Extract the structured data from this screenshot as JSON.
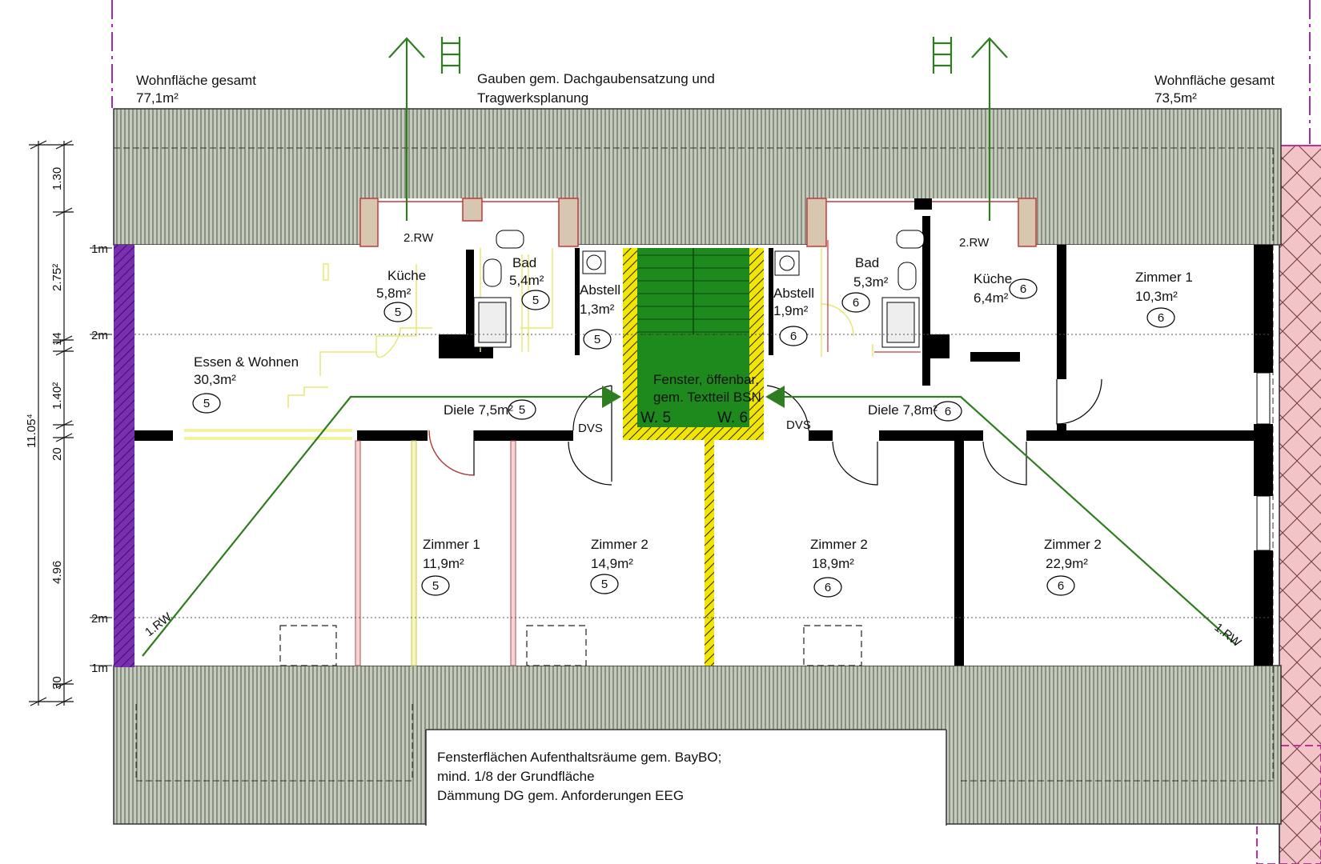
{
  "colors": {
    "roof": "#c5cbbd",
    "wall": "#000000",
    "stair": "#1e8a1e",
    "stair_frame": "#f2e600",
    "escape_route": "#2e7d1f",
    "neighbour": "#f2c4c8",
    "property_line": "#9b2fae",
    "party_wall": "#7a2fb0",
    "dormer": "#c43a3a",
    "furniture": "#eef07a"
  },
  "icons": [
    "ladder-icon",
    "arrow-up-icon",
    "arrow-right-icon",
    "arrow-left-icon"
  ],
  "notes": {
    "area_left_label": "Wohnfläche gesamt",
    "area_left_value": "77,1m²",
    "area_right_label": "Wohnfläche gesamt",
    "area_right_value": "73,5m²",
    "dormer_line1": "Gauben gem. Dachgaubensatzung und",
    "dormer_line2": "Tragwerksplanung",
    "bottom_line1": "Fensterflächen Aufenthaltsräume gem. BayBO;",
    "bottom_line2": "mind. 1/8 der Grundfläche",
    "bottom_line3": "Dämmung DG gem. Anforderungen EEG"
  },
  "rooms": {
    "kueche5": {
      "name": "Küche",
      "area": "5,8m²",
      "unit": "5"
    },
    "bad5": {
      "name": "Bad",
      "area": "5,4m²",
      "unit": "5"
    },
    "abstell5": {
      "name": "Abstell",
      "area": "1,3m²",
      "unit": "5"
    },
    "abstell6": {
      "name": "Abstell",
      "area": "1,9m²",
      "unit": "6"
    },
    "bad6": {
      "name": "Bad",
      "area": "5,3m²",
      "unit": "6"
    },
    "kueche6": {
      "name": "Küche",
      "area": "6,4m²",
      "unit": "6"
    },
    "zimmer1_r": {
      "name": "Zimmer 1",
      "area": "10,3m²",
      "unit": "6"
    },
    "essen": {
      "name": "Essen & Wohnen",
      "area": "30,3m²",
      "unit": "5"
    },
    "diele5": {
      "name": "Diele 7,5m²",
      "unit": "5"
    },
    "diele6": {
      "name": "Diele 7,8m²",
      "unit": "6"
    },
    "zimmer1_l": {
      "name": "Zimmer 1",
      "area": "11,9m²",
      "unit": "5"
    },
    "zimmer2_a": {
      "name": "Zimmer 2",
      "area": "14,9m²",
      "unit": "5"
    },
    "zimmer2_b": {
      "name": "Zimmer 2",
      "area": "18,9m²",
      "unit": "6"
    },
    "zimmer2_c": {
      "name": "Zimmer 2",
      "area": "22,9m²",
      "unit": "6"
    }
  },
  "stair": {
    "line1": "Fenster, öffenbar,",
    "line2": "gem. Textteil BSN",
    "w5": "W. 5",
    "w6": "W. 6"
  },
  "labels": {
    "rw2_left": "2.RW",
    "rw2_right": "2.RW",
    "rw1_left": "1.RW",
    "rw1_right": "1.RW",
    "dvs_left": "DVS",
    "dvs_right": "DVS"
  },
  "heights": {
    "h1m_top": "1m",
    "h2m_top": "2m",
    "h2m_bottom": "2m",
    "h1m_bottom": "1m"
  },
  "dimensions": {
    "total": "11.05⁴",
    "d1": "1.30",
    "d2": "2.75²",
    "d3": "14",
    "d4": "1.40²",
    "d5": "20",
    "d6": "4.96",
    "d7": "30"
  }
}
